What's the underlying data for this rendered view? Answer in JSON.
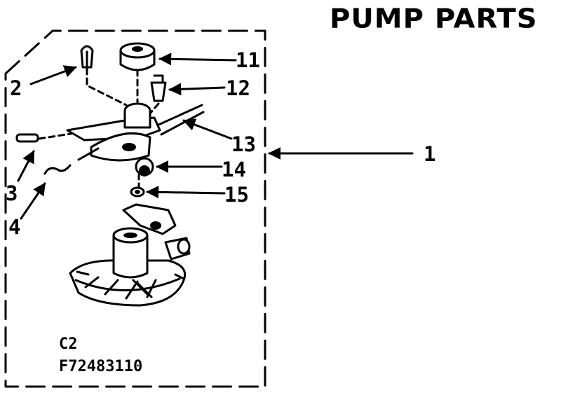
{
  "title": "PUMP PARTS",
  "callouts": {
    "c1": "1",
    "c2": "2",
    "c3": "3",
    "c4": "4",
    "c11": "11",
    "c12": "12",
    "c13": "13",
    "c14": "14",
    "c15": "15"
  },
  "figure_code": "C2",
  "figure_number": "F72483110"
}
